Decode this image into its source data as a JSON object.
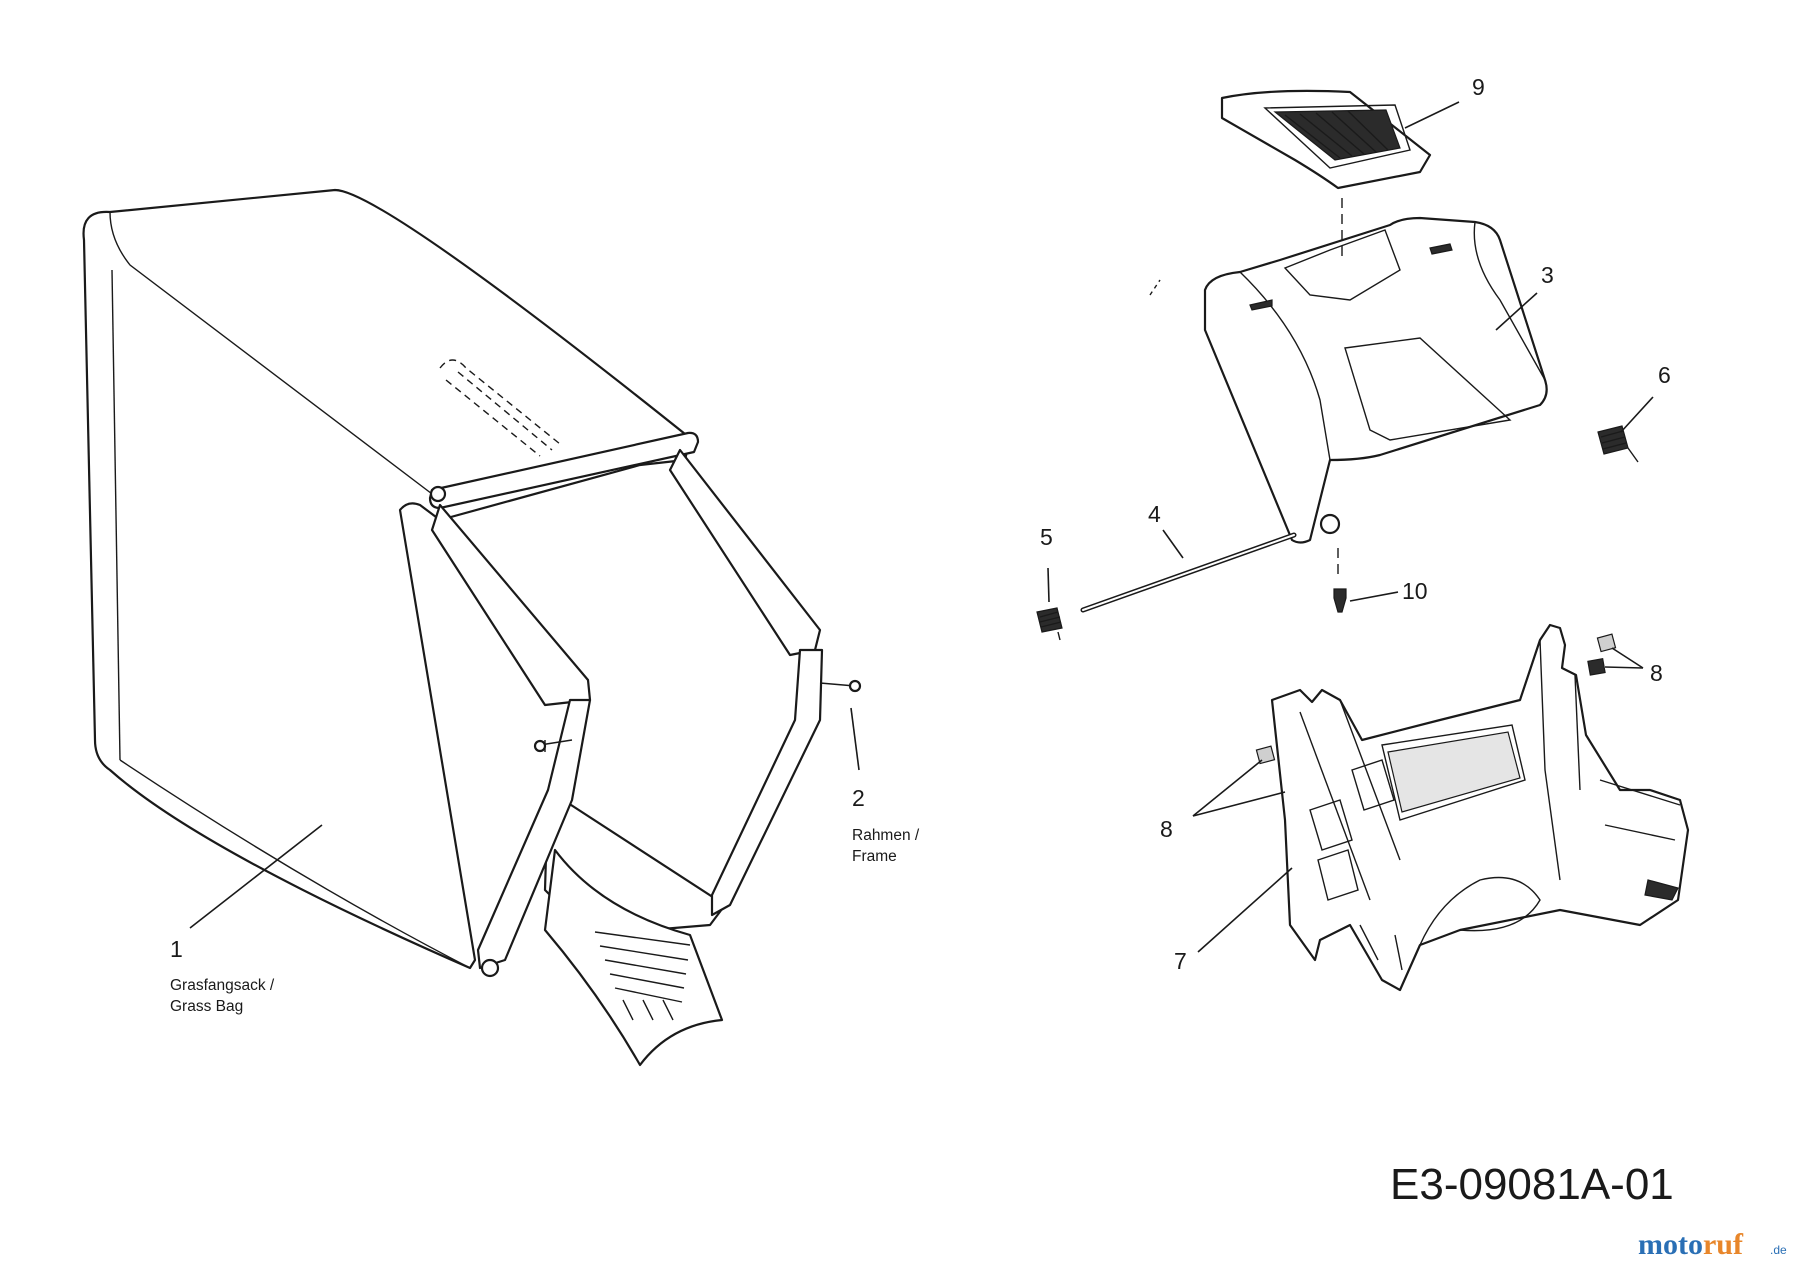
{
  "diagram": {
    "drawing_code": "E3-09081A-01",
    "watermark": {
      "brand": "motoruf",
      "suffix": ".de"
    },
    "callouts": [
      {
        "id": "c1",
        "number": "1",
        "caption_line1": "Grasfangsack /",
        "caption_line2": "Grass Bag"
      },
      {
        "id": "c2",
        "number": "2",
        "caption_line1": "Rahmen /",
        "caption_line2": "Frame"
      },
      {
        "id": "c3",
        "number": "3"
      },
      {
        "id": "c4",
        "number": "4"
      },
      {
        "id": "c5",
        "number": "5"
      },
      {
        "id": "c6",
        "number": "6"
      },
      {
        "id": "c7",
        "number": "7"
      },
      {
        "id": "c8a",
        "number": "8"
      },
      {
        "id": "c8b",
        "number": "8"
      },
      {
        "id": "c9",
        "number": "9"
      },
      {
        "id": "c10",
        "number": "10"
      }
    ],
    "colors": {
      "line": "#1a1a1a",
      "background": "#ffffff",
      "logo_blue": "#2a6fb5",
      "logo_orange": "#e8862a"
    }
  }
}
